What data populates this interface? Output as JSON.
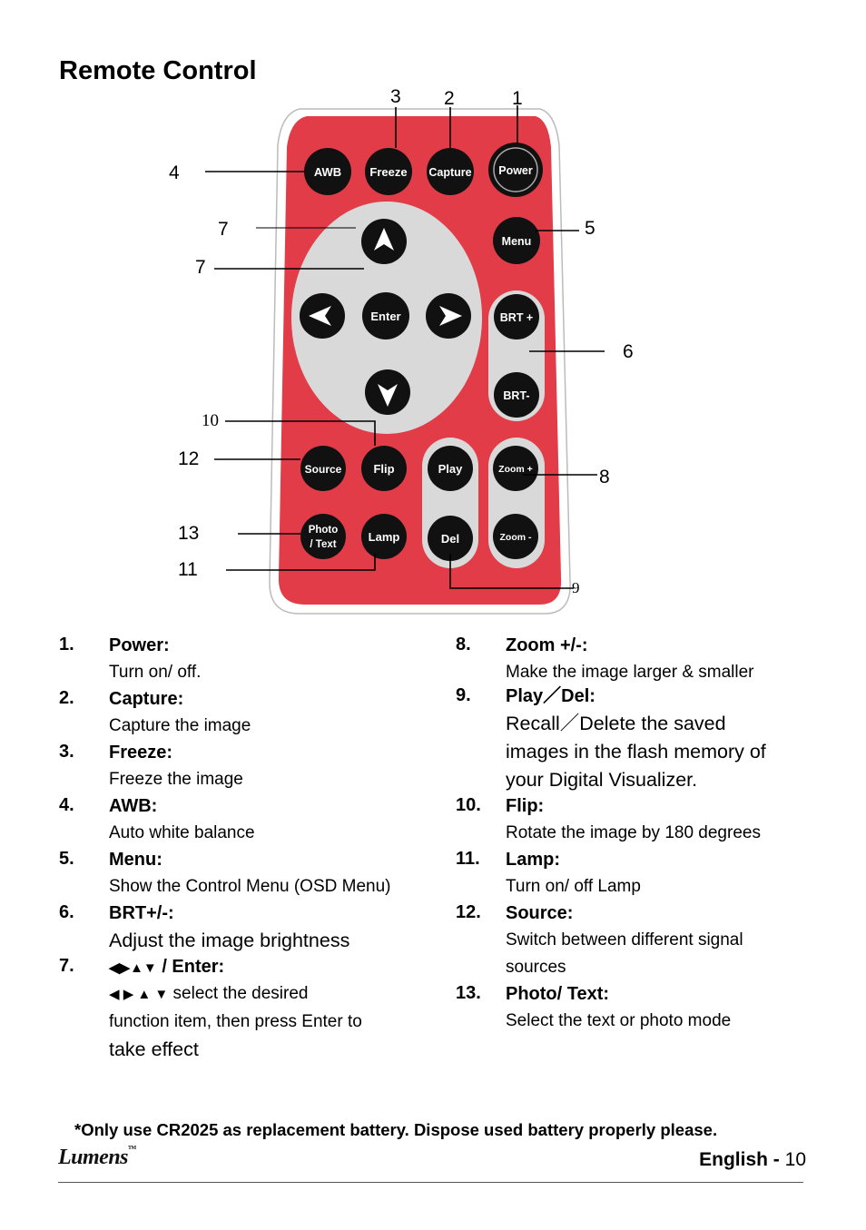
{
  "page": {
    "title": "Remote Control"
  },
  "remote": {
    "colors": {
      "body": "#e13c47",
      "panel": "#d9d9d9",
      "button": "#111111",
      "outline": "#cccccc"
    },
    "buttons": {
      "awb": "AWB",
      "freeze": "Freeze",
      "capture": "Capture",
      "power": "Power",
      "menu": "Menu",
      "enter": "Enter",
      "brt_plus": "BRT +",
      "brt_minus": "BRT-",
      "source": "Source",
      "flip": "Flip",
      "play": "Play",
      "zoom_plus": "Zoom +",
      "photo_line1": "Photo",
      "photo_line2": "/ Text",
      "lamp": "Lamp",
      "del": "Del",
      "zoom_minus": "Zoom -"
    },
    "icons": [
      "arrow-up-icon",
      "arrow-left-icon",
      "arrow-right-icon",
      "arrow-down-icon"
    ],
    "callouts": {
      "c1": "1",
      "c2": "2",
      "c3": "3",
      "c4": "4",
      "c5": "5",
      "c6": "6",
      "c7a": "7",
      "c7b": "7",
      "c8": "8",
      "c9": "9",
      "c10": "10",
      "c11": "11",
      "c12": "12",
      "c13": "13"
    }
  },
  "items_left": [
    {
      "num": "1.",
      "title": "Power:",
      "desc": "Turn on/ off."
    },
    {
      "num": "2.",
      "title": "Capture:",
      "desc": "Capture the image"
    },
    {
      "num": "3.",
      "title": "Freeze:",
      "desc": "Freeze the image"
    },
    {
      "num": "4.",
      "title": "AWB:",
      "desc": "Auto white balance"
    },
    {
      "num": "5.",
      "title": "Menu:",
      "desc": "Show the Control Menu (OSD Menu)"
    },
    {
      "num": "6.",
      "title": "BRT+/-:",
      "desc": "Adjust the image brightness"
    },
    {
      "num": "7.",
      "title_arrows": "◀▶▲▼",
      "title": " / Enter:",
      "desc_arrows": "◀ ▶ ▲ ▼",
      "desc_1": " select the desired",
      "desc_2": "function item, then press Enter to",
      "desc_3": "take effect"
    }
  ],
  "items_right": [
    {
      "num": "8.",
      "title": "Zoom +/-:",
      "desc": "Make the image larger & smaller"
    },
    {
      "num": "9.",
      "title": "Play／Del:",
      "desc_1": "Recall／Delete the saved",
      "desc_2": "images in the flash memory of",
      "desc_3": "your Digital Visualizer."
    },
    {
      "num": "10.",
      "title": "Flip:",
      "desc": "Rotate the image by 180 degrees"
    },
    {
      "num": "11.",
      "title": "Lamp:",
      "desc": "Turn on/ off Lamp"
    },
    {
      "num": "12.",
      "title": "Source:",
      "desc_1": "Switch between different signal",
      "desc_2": "sources"
    },
    {
      "num": "13.",
      "title": "Photo/ Text:",
      "desc": "Select the text or photo mode"
    }
  ],
  "footer": {
    "battery_note": "*Only use CR2025 as replacement battery. Dispose used battery properly please.",
    "logo": "Lumens",
    "logo_tm": "TM",
    "language": "English",
    "separator": "-",
    "page_number": "10"
  }
}
